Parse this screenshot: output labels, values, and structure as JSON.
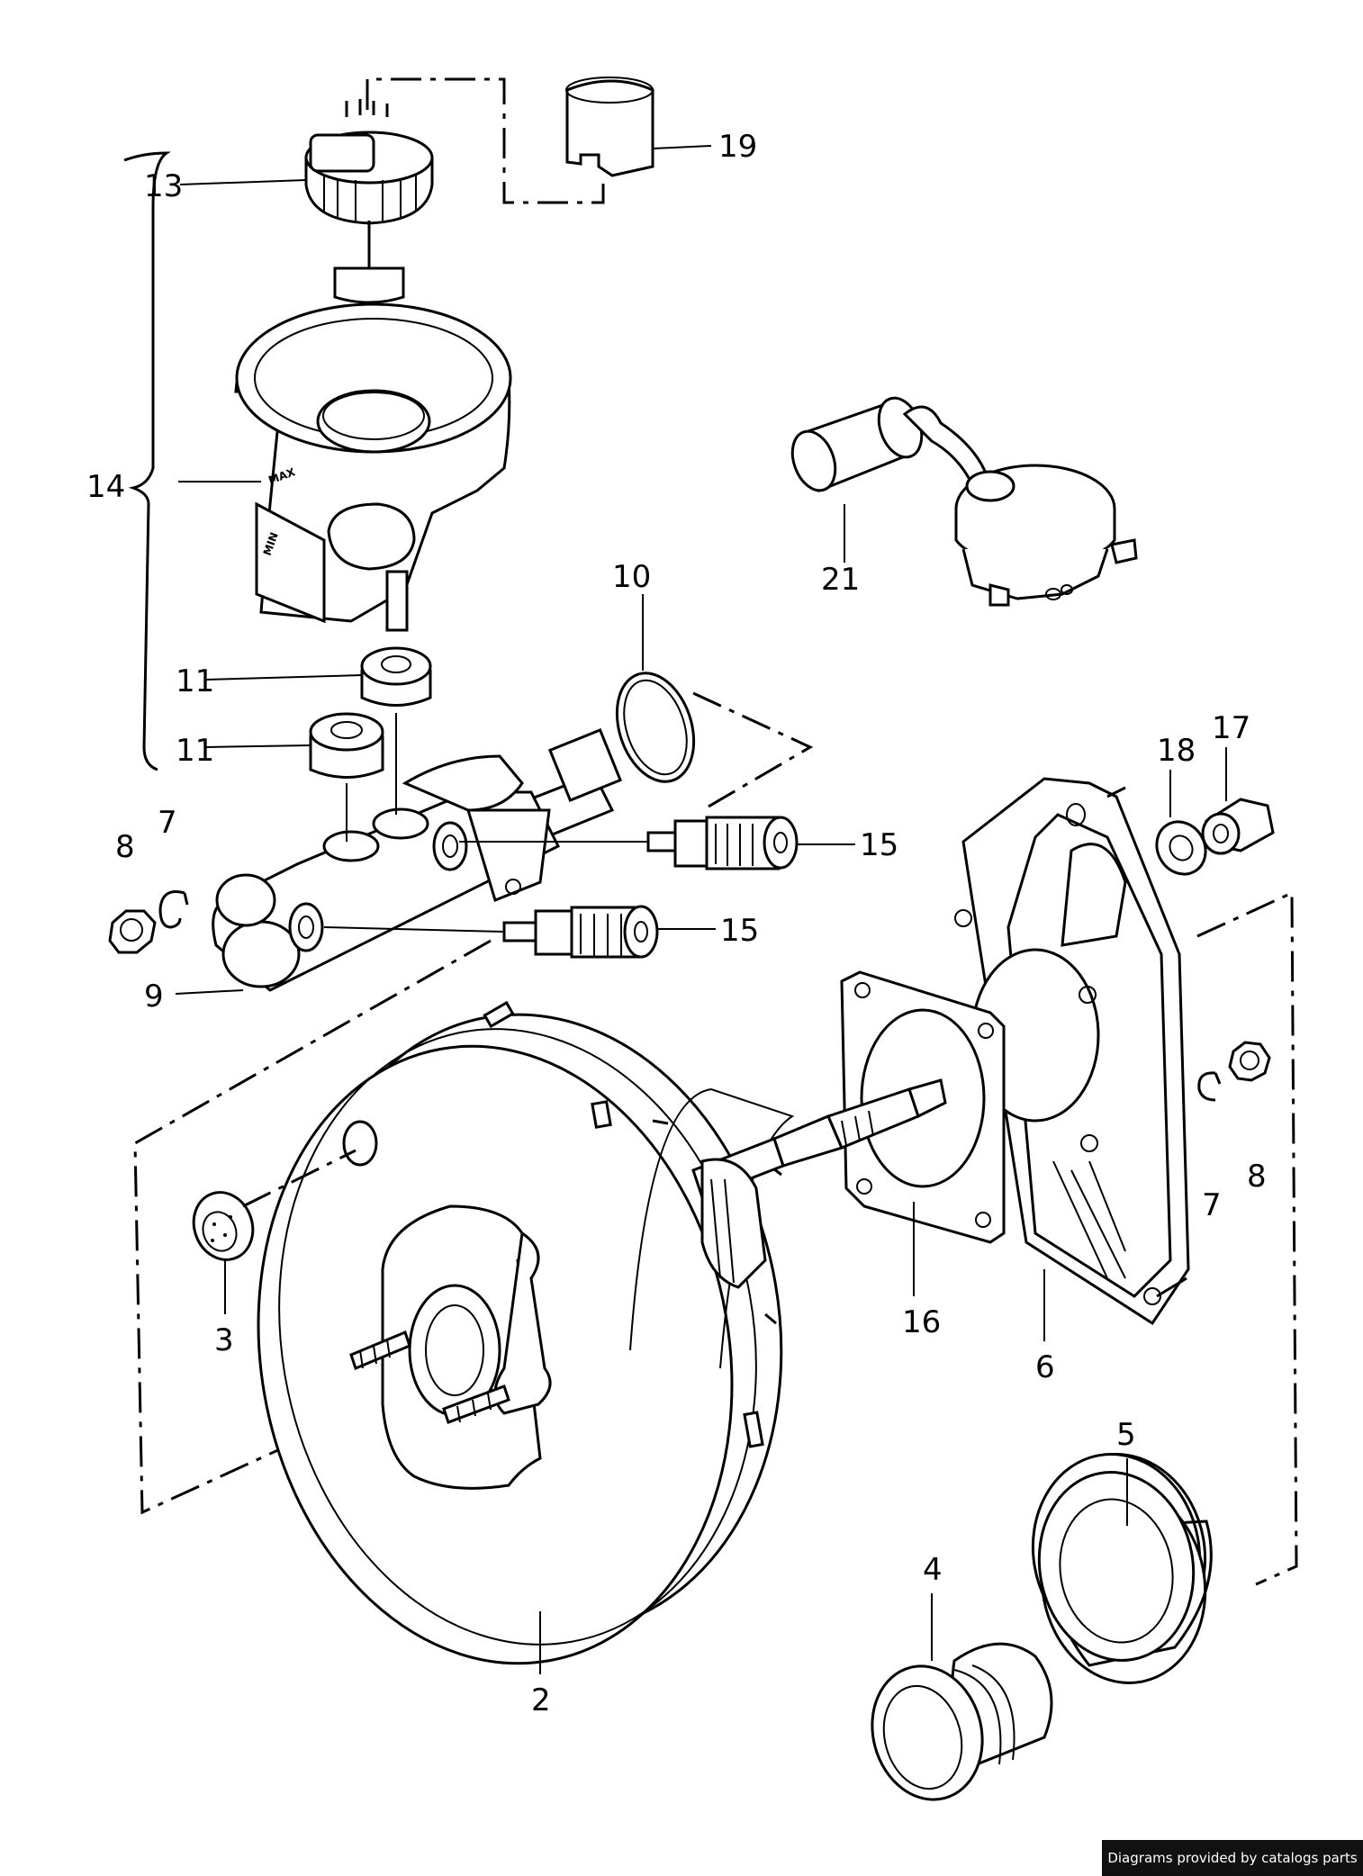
{
  "labels": {
    "p2": "2",
    "p3": "3",
    "p4": "4",
    "p5": "5",
    "p6": "6",
    "p7a": "7",
    "p7b": "7",
    "p8a": "8",
    "p8b": "8",
    "p9": "9",
    "p10": "10",
    "p11a": "11",
    "p11b": "11",
    "p13": "13",
    "p14": "14",
    "p15a": "15",
    "p15b": "15",
    "p16": "16",
    "p17": "17",
    "p18": "18",
    "p19": "19",
    "p21": "21"
  },
  "reservoir_marks": {
    "max": "MAX",
    "min": "MIN"
  },
  "credit": "Diagrams provided by catalogs parts"
}
